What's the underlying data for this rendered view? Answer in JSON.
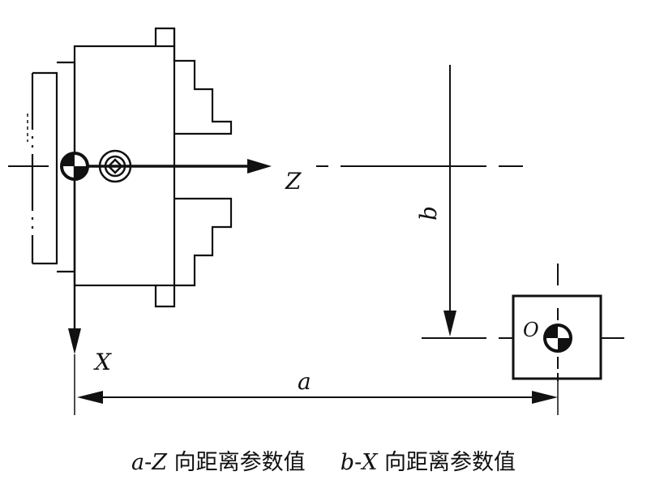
{
  "labels": {
    "z_axis": "Z",
    "x_axis": "X",
    "dim_a": "a",
    "dim_b": "b",
    "origin": "O"
  },
  "caption": {
    "a_letter": "a",
    "a_axis": "Z",
    "a_text": "向距离参数值",
    "b_letter": "b",
    "b_axis": "X",
    "b_text": "向距离参数值",
    "dash": "-"
  },
  "colors": {
    "ink": "#111111",
    "background": "#ffffff"
  }
}
